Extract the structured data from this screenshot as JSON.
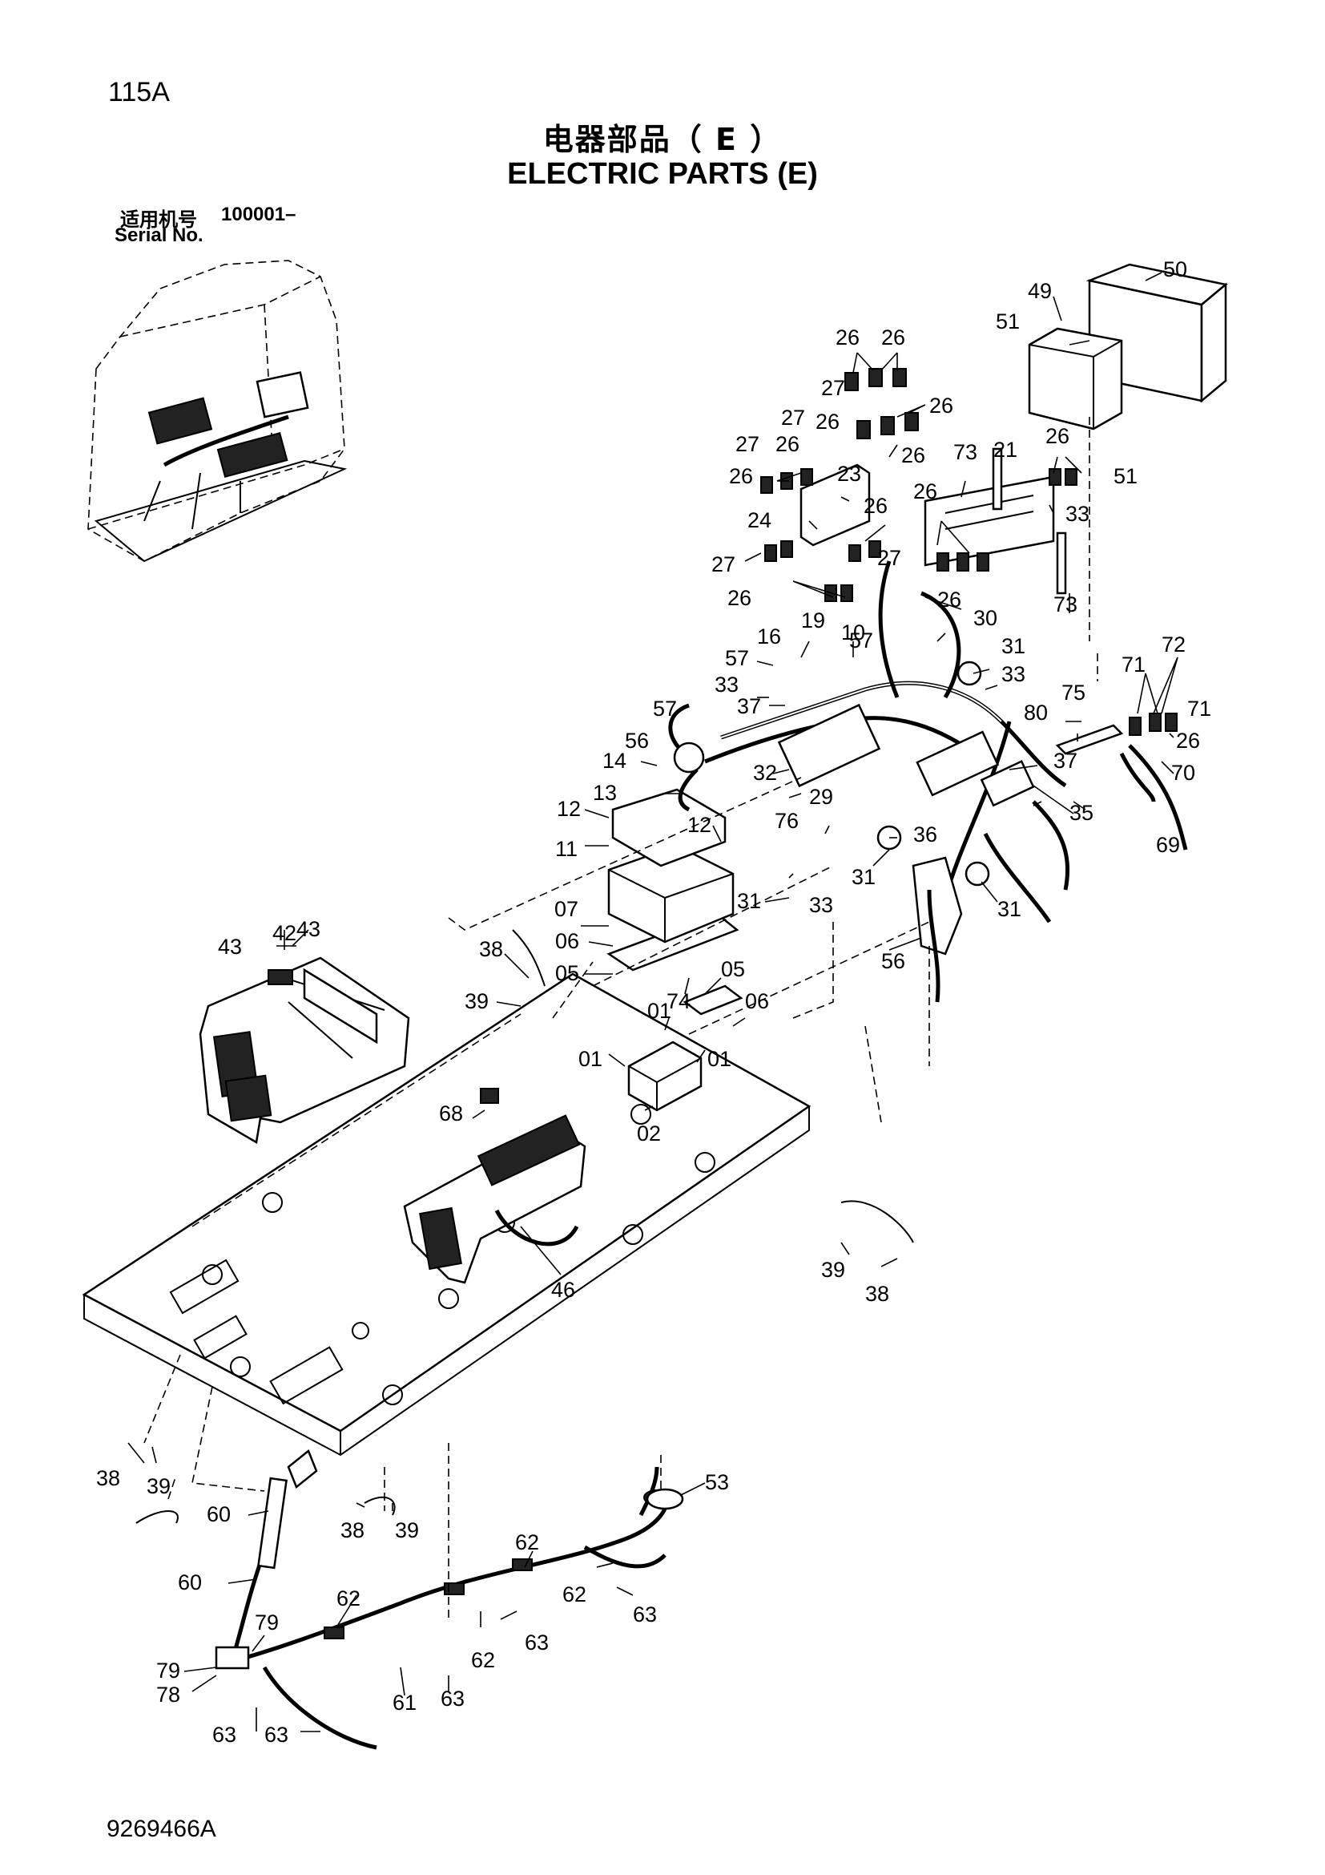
{
  "header": {
    "page_number": "115A",
    "title_cn": "电器部品（ E ）",
    "title_en": "ELECTRIC PARTS (E)",
    "serial_label_cn": "适用机号",
    "serial_range": "100001–",
    "serial_label_en": "Serial No."
  },
  "footer": {
    "drawing_number": "9269466A"
  },
  "callouts": [
    {
      "id": "c50",
      "label": "50"
    },
    {
      "id": "c49",
      "label": "49"
    },
    {
      "id": "c51a",
      "label": "51"
    },
    {
      "id": "c51b",
      "label": "51"
    },
    {
      "id": "c26a",
      "label": "26"
    },
    {
      "id": "c26b",
      "label": "26"
    },
    {
      "id": "c27a",
      "label": "27"
    },
    {
      "id": "c26c",
      "label": "26"
    },
    {
      "id": "c27b",
      "label": "27"
    },
    {
      "id": "c26d",
      "label": "26"
    },
    {
      "id": "c26e",
      "label": "26"
    },
    {
      "id": "c27c",
      "label": "27"
    },
    {
      "id": "c26f",
      "label": "26"
    },
    {
      "id": "c26g",
      "label": "26"
    },
    {
      "id": "c23",
      "label": "23"
    },
    {
      "id": "c73a",
      "label": "73"
    },
    {
      "id": "c21",
      "label": "21"
    },
    {
      "id": "c26h",
      "label": "26"
    },
    {
      "id": "c33a",
      "label": "33"
    },
    {
      "id": "c26i",
      "label": "26"
    },
    {
      "id": "c26j",
      "label": "26"
    },
    {
      "id": "c24",
      "label": "24"
    },
    {
      "id": "c27d",
      "label": "27"
    },
    {
      "id": "c27e",
      "label": "27"
    },
    {
      "id": "c26k",
      "label": "26"
    },
    {
      "id": "c26l",
      "label": "26"
    },
    {
      "id": "c73b",
      "label": "73"
    },
    {
      "id": "c30",
      "label": "30"
    },
    {
      "id": "c19",
      "label": "19"
    },
    {
      "id": "c16",
      "label": "16"
    },
    {
      "id": "c10",
      "label": "10"
    },
    {
      "id": "c57a",
      "label": "57"
    },
    {
      "id": "c57b",
      "label": "57"
    },
    {
      "id": "c31a",
      "label": "31"
    },
    {
      "id": "c33b",
      "label": "33"
    },
    {
      "id": "c33c",
      "label": "33"
    },
    {
      "id": "c72",
      "label": "72"
    },
    {
      "id": "c71a",
      "label": "71"
    },
    {
      "id": "c37a",
      "label": "37"
    },
    {
      "id": "c57c",
      "label": "57"
    },
    {
      "id": "c80",
      "label": "80"
    },
    {
      "id": "c75",
      "label": "75"
    },
    {
      "id": "c71b",
      "label": "71"
    },
    {
      "id": "c26m",
      "label": "26"
    },
    {
      "id": "c56a",
      "label": "56"
    },
    {
      "id": "c37b",
      "label": "37"
    },
    {
      "id": "c70",
      "label": "70"
    },
    {
      "id": "c14",
      "label": "14"
    },
    {
      "id": "c32",
      "label": "32"
    },
    {
      "id": "c13",
      "label": "13"
    },
    {
      "id": "c29",
      "label": "29"
    },
    {
      "id": "c76",
      "label": "76"
    },
    {
      "id": "c35",
      "label": "35"
    },
    {
      "id": "c12a",
      "label": "12"
    },
    {
      "id": "c12b",
      "label": "12"
    },
    {
      "id": "c69",
      "label": "69"
    },
    {
      "id": "c11",
      "label": "11"
    },
    {
      "id": "c36",
      "label": "36"
    },
    {
      "id": "c31b",
      "label": "31"
    },
    {
      "id": "c31c",
      "label": "31"
    },
    {
      "id": "c33d",
      "label": "33"
    },
    {
      "id": "c31d",
      "label": "31"
    },
    {
      "id": "c07",
      "label": "07"
    },
    {
      "id": "c42",
      "label": "42"
    },
    {
      "id": "c43a",
      "label": "43"
    },
    {
      "id": "c43b",
      "label": "43"
    },
    {
      "id": "c38a",
      "label": "38"
    },
    {
      "id": "c06a",
      "label": "06"
    },
    {
      "id": "c05a",
      "label": "05"
    },
    {
      "id": "c74",
      "label": "74"
    },
    {
      "id": "c05b",
      "label": "05"
    },
    {
      "id": "c56b",
      "label": "56"
    },
    {
      "id": "c39a",
      "label": "39"
    },
    {
      "id": "c01a",
      "label": "01"
    },
    {
      "id": "c06b",
      "label": "06"
    },
    {
      "id": "c01b",
      "label": "01"
    },
    {
      "id": "c01c",
      "label": "01"
    },
    {
      "id": "c68",
      "label": "68"
    },
    {
      "id": "c02",
      "label": "02"
    },
    {
      "id": "c46",
      "label": "46"
    },
    {
      "id": "c39b",
      "label": "39"
    },
    {
      "id": "c38b",
      "label": "38"
    },
    {
      "id": "c38c",
      "label": "38"
    },
    {
      "id": "c39c",
      "label": "39"
    },
    {
      "id": "c60a",
      "label": "60"
    },
    {
      "id": "c53",
      "label": "53"
    },
    {
      "id": "c38d",
      "label": "38"
    },
    {
      "id": "c39d",
      "label": "39"
    },
    {
      "id": "c62a",
      "label": "62"
    },
    {
      "id": "c60b",
      "label": "60"
    },
    {
      "id": "c62b",
      "label": "62"
    },
    {
      "id": "c63a",
      "label": "63"
    },
    {
      "id": "c79a",
      "label": "79"
    },
    {
      "id": "c62c",
      "label": "62"
    },
    {
      "id": "c63b",
      "label": "63"
    },
    {
      "id": "c79b",
      "label": "79"
    },
    {
      "id": "c62d",
      "label": "62"
    },
    {
      "id": "c78",
      "label": "78"
    },
    {
      "id": "c61",
      "label": "61"
    },
    {
      "id": "c63c",
      "label": "63"
    },
    {
      "id": "c63d",
      "label": "63"
    },
    {
      "id": "c63e",
      "label": "63"
    }
  ]
}
